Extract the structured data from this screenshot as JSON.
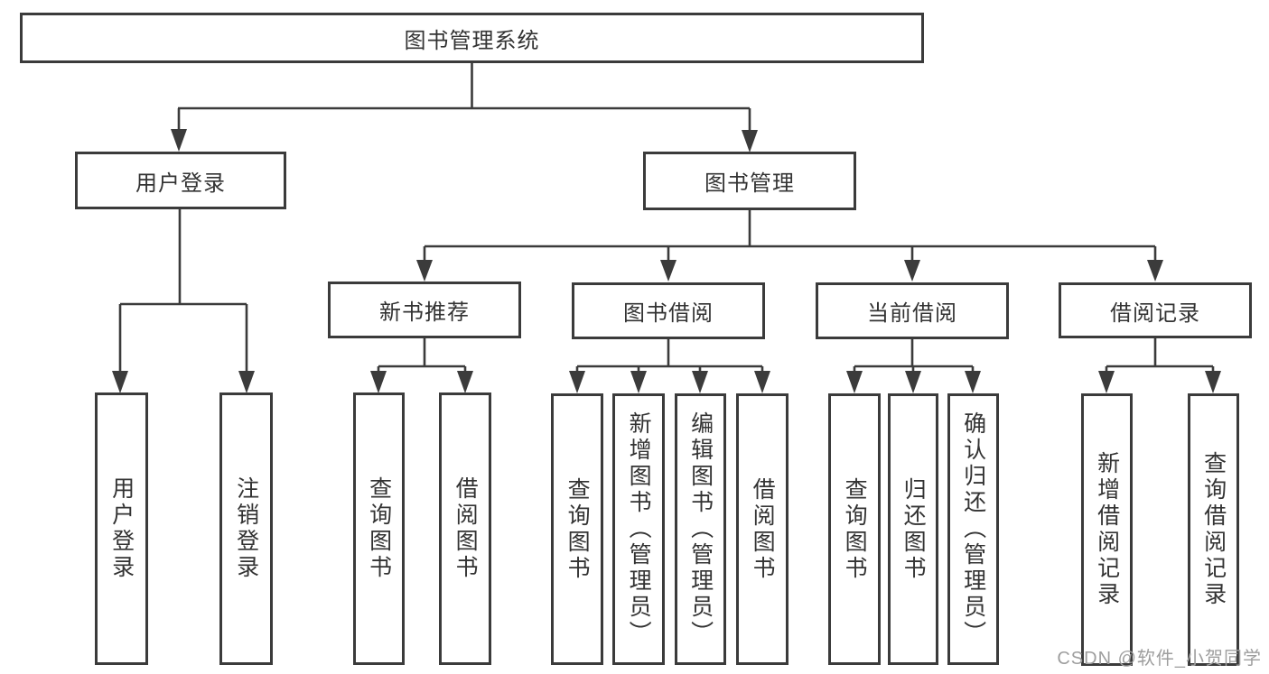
{
  "diagram": {
    "title": "图书管理系统",
    "colors": {
      "line": "#3b3b3b",
      "box_border": "#3b3b3b",
      "text": "#333333",
      "background": "#ffffff",
      "watermark": "#9e9e9e"
    },
    "nodes": {
      "root": {
        "label": "图书管理系统"
      },
      "level2": {
        "user_login_group": {
          "label": "用户登录"
        },
        "book_management": {
          "label": "图书管理"
        }
      },
      "level3": {
        "new_book_recommend": {
          "label": "新书推荐"
        },
        "book_borrow": {
          "label": "图书借阅"
        },
        "current_borrow": {
          "label": "当前借阅"
        },
        "borrow_records": {
          "label": "借阅记录"
        }
      },
      "leaves": {
        "user_login": {
          "label": "用户登录"
        },
        "logout": {
          "label": "注销登录"
        },
        "rec_query_books": {
          "label": "查询图书"
        },
        "rec_borrow_books": {
          "label": "借阅图书"
        },
        "bb_query_books": {
          "label": "查询图书"
        },
        "bb_add_books": {
          "label": "新增图书（管理员）"
        },
        "bb_edit_books": {
          "label": "编辑图书（管理员）"
        },
        "bb_borrow_books": {
          "label": "借阅图书"
        },
        "cb_query_books": {
          "label": "查询图书"
        },
        "cb_return_books": {
          "label": "归还图书"
        },
        "cb_confirm_return": {
          "label": "确认归还（管理员）"
        },
        "br_add_record": {
          "label": "新增借阅记录"
        },
        "br_query_record": {
          "label": "查询借阅记录"
        }
      }
    },
    "watermark": {
      "text": "CSDN @软件_小贺同学"
    }
  }
}
